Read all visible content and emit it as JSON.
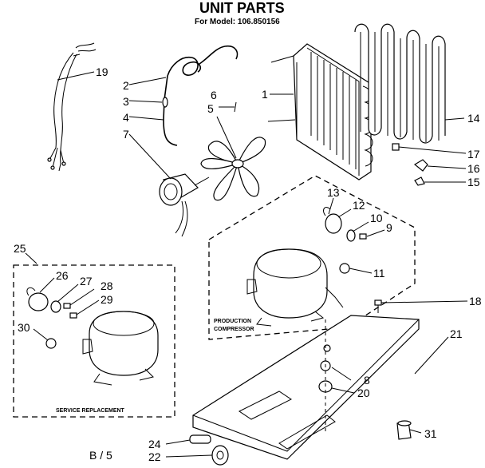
{
  "title": "UNIT PARTS",
  "subtitle": "For Model: 106.850156",
  "footer": "B / 5",
  "boxes": {
    "production": [
      "PRODUCTION",
      "COMPRESSOR"
    ],
    "service": "SERVICE REPLACEMENT"
  },
  "callouts": [
    "19",
    "2",
    "3",
    "4",
    "7",
    "6",
    "5",
    "1",
    "14",
    "17",
    "16",
    "15",
    "13",
    "12",
    "10",
    "9",
    "11",
    "25",
    "26",
    "27",
    "28",
    "29",
    "30",
    "18",
    "21",
    "8",
    "20",
    "31",
    "24",
    "22"
  ]
}
